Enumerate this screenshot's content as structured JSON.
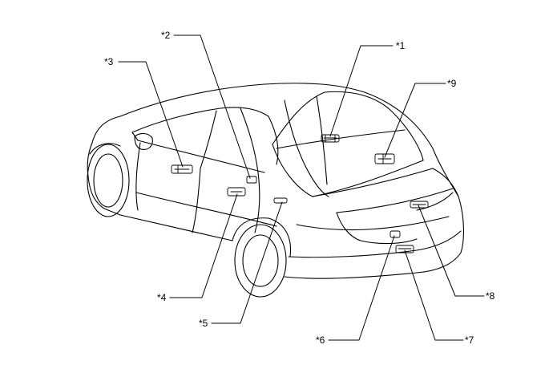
{
  "diagram": {
    "callouts": [
      {
        "id": "c1",
        "label": "*1"
      },
      {
        "id": "c2",
        "label": "*2"
      },
      {
        "id": "c3",
        "label": "*3"
      },
      {
        "id": "c4",
        "label": "*4"
      },
      {
        "id": "c5",
        "label": "*5"
      },
      {
        "id": "c6",
        "label": "*6"
      },
      {
        "id": "c7",
        "label": "*7"
      },
      {
        "id": "c8",
        "label": "*8"
      },
      {
        "id": "c9",
        "label": "*9"
      }
    ]
  }
}
